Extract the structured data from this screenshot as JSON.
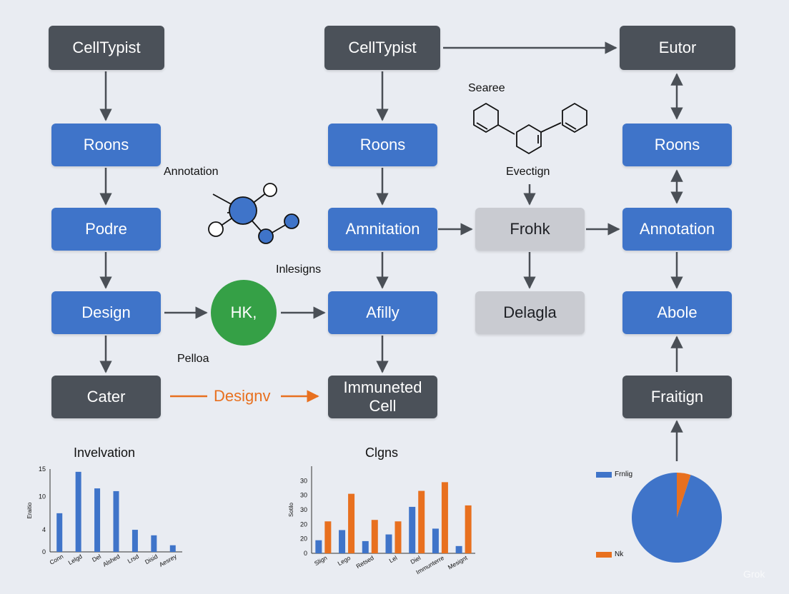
{
  "nodes": {
    "c1_celltypist": "CellTypist",
    "c1_roons": "Roons",
    "c1_podre": "Podre",
    "c1_design": "Design",
    "c1_cater": "Cater",
    "c2_celltypist": "CellTypist",
    "c2_roons": "Roons",
    "c2_amnitation": "Amnitation",
    "c2_afilly": "Afilly",
    "c2_immuneted": "Immuneted Cell",
    "c3_frohk": "Frohk",
    "c3_delagla": "Delagla",
    "c4_eutor": "Eutor",
    "c4_roons": "Roons",
    "c4_annotation": "Annotation",
    "c4_abole": "Abole",
    "c4_fraitign": "Fraitign",
    "hk": "HK,"
  },
  "labels": {
    "annotation": "Annotation",
    "inlesigns": "Inlesigns",
    "pelloa": "Pelloa",
    "searee": "Searee",
    "evectign": "Evectign",
    "designv": "Designv"
  },
  "colors": {
    "dark_box": "#4b5159",
    "blue_box": "#3f74c9",
    "gray_box": "#c9cbd1",
    "green": "#35a046",
    "orange": "#e8701f",
    "arrow": "#4a4f56"
  },
  "chart_data": [
    {
      "type": "bar",
      "title": "Invelvation",
      "ylabel": "Eraitio",
      "ylim": [
        0,
        15
      ],
      "yticks": [
        "0",
        "4",
        "10",
        "15"
      ],
      "yticks_values": [
        0,
        4,
        10,
        15
      ],
      "categories": [
        "Conn",
        "Lelgd",
        "Del",
        "Alshed",
        "Lrsd",
        "Disid",
        "Aesrey"
      ],
      "series": [
        {
          "values": [
            7,
            14.5,
            11.5,
            11,
            4,
            3,
            1.2
          ],
          "color": "#3f74c9"
        }
      ]
    },
    {
      "type": "bar",
      "title": "Clgns",
      "ylabel": "Sotilo",
      "ylim": [
        0,
        30
      ],
      "yticks": [
        "0",
        "20",
        "20",
        "30",
        "30",
        "30"
      ],
      "yticks_values": [
        0,
        5,
        10,
        15,
        20,
        25
      ],
      "categories": [
        "Slign",
        "Lego",
        "Retsed",
        "Lel",
        "Diel",
        "Immunterre",
        "Mesignt"
      ],
      "series": [
        {
          "values": [
            4.5,
            8,
            4.2,
            6.5,
            16,
            8.5,
            2.5
          ],
          "color": "#3f74c9"
        },
        {
          "values": [
            11,
            20.5,
            11.5,
            11,
            21.5,
            24.5,
            16.5
          ],
          "color": "#e8701f"
        }
      ]
    },
    {
      "type": "pie",
      "slices": [
        {
          "name": "Frnlig",
          "value": 95,
          "color": "#3f74c9"
        },
        {
          "name": "Nk",
          "value": 5,
          "color": "#e8701f"
        }
      ]
    }
  ],
  "watermark": "Grok"
}
